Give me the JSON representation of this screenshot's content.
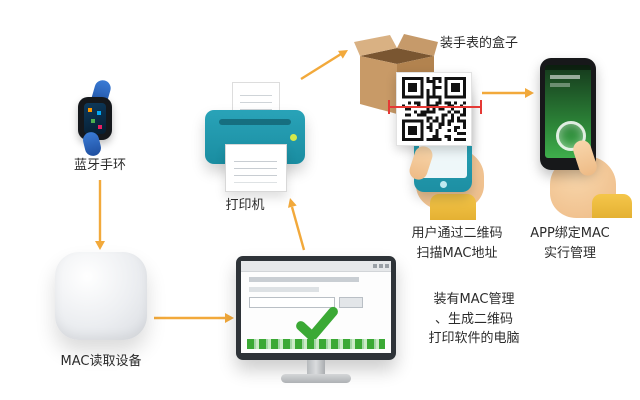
{
  "colors": {
    "arrow": "#F2A93B",
    "printer": "#29A3B8",
    "printer_dark": "#166F80",
    "check_green": "#3BA935",
    "sleeve": "#F5C64A"
  },
  "nodes": {
    "watch": {
      "label": "蓝牙手环"
    },
    "reader": {
      "label": "MAC读取设备"
    },
    "printer": {
      "label": "打印机"
    },
    "computer": {
      "label": "装有MAC管理\n、生成二维码\n打印软件的电脑"
    },
    "box": {
      "label": "装手表的盒子"
    },
    "scan": {
      "label": "用户通过二维码\n扫描MAC地址"
    },
    "app": {
      "label": "APP绑定MAC\n实行管理"
    }
  }
}
